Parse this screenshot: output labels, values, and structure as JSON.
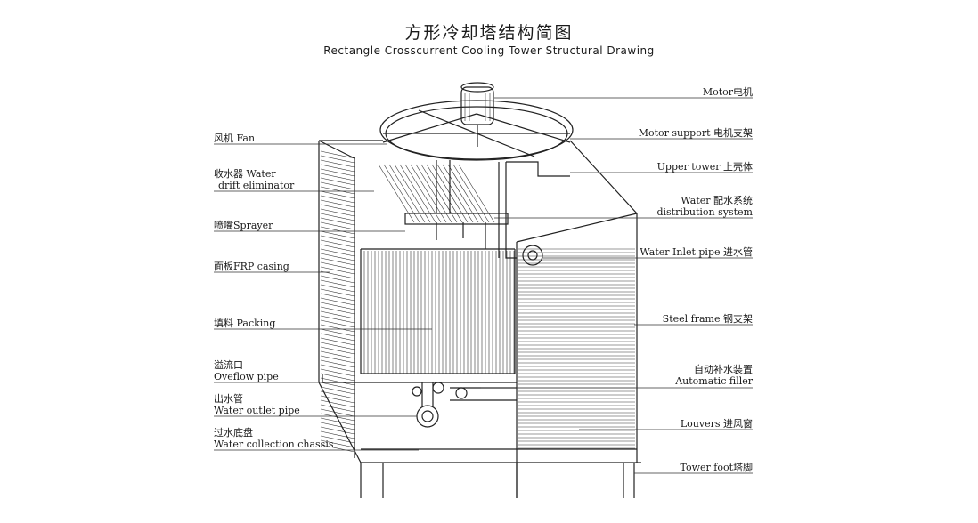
{
  "title": {
    "cn": "方形冷却塔结构简图",
    "en": "Rectangle Crosscurrent Cooling Tower Structural Drawing"
  },
  "left_labels": {
    "fan": "风机 Fan",
    "drift_1": "收水器 Water",
    "drift_2": "drift eliminator",
    "sprayer": "喷嘴Sprayer",
    "casing": "面板FRP casing",
    "packing": "填料 Packing",
    "overflow_1": "溢流口",
    "overflow_2": "Oveflow pipe",
    "outlet_1": "出水管",
    "outlet_2": "Water outlet pipe",
    "chassis_1": "过水底盘",
    "chassis_2": "Water collection chassis"
  },
  "right_labels": {
    "motor": "Motor电机",
    "motor_support": "Motor support 电机支架",
    "upper_tower": "Upper tower 上壳体",
    "distribution_1": "Water 配水系统",
    "distribution_2": "distribution system",
    "inlet": "Water Inlet pipe 进水管",
    "steel_frame": "Steel frame 钢支架",
    "filler_1": "自动补水装置",
    "filler_2": "Automatic filler",
    "louvers": "Louvers 进风窗",
    "tower_foot": "Tower foot塔脚"
  }
}
